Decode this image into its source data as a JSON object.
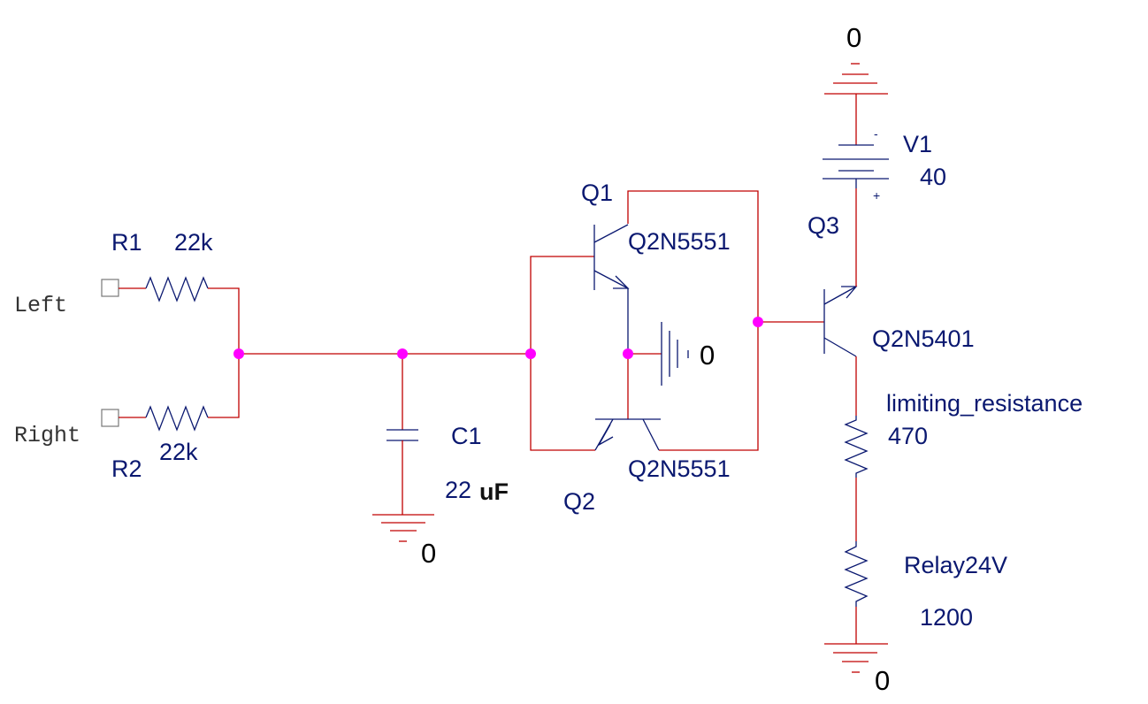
{
  "ports": {
    "left": "Left",
    "right": "Right"
  },
  "r1": {
    "ref": "R1",
    "value": "22k"
  },
  "r2": {
    "ref": "R2",
    "value": "22k"
  },
  "c1": {
    "ref": "C1",
    "value_num": "22",
    "value_unit": "uF"
  },
  "q1": {
    "ref": "Q1",
    "model": "Q2N5551"
  },
  "q2": {
    "ref": "Q2",
    "model": "Q2N5551"
  },
  "q3": {
    "ref": "Q3",
    "model": "Q2N5401"
  },
  "v1": {
    "ref": "V1",
    "value": "40",
    "minus": "-",
    "plus": "+"
  },
  "r_limit": {
    "ref": "limiting_resistance",
    "value": "470"
  },
  "relay": {
    "ref": "Relay24V",
    "value": "1200"
  },
  "grounds": {
    "top": "0",
    "cap": "0",
    "mid": "0",
    "bottom": "0"
  },
  "colors": {
    "wire": "#c00000",
    "part": "#0a1870",
    "junction": "#ff00ff"
  }
}
